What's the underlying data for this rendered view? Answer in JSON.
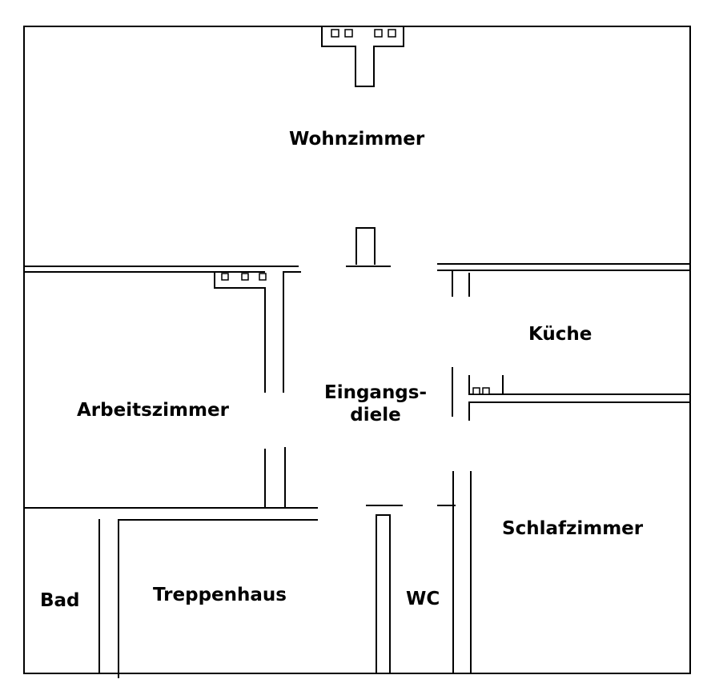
{
  "rooms": {
    "wohnzimmer": "Wohnzimmer",
    "kueche": "Küche",
    "arbeitszimmer": "Arbeitszimmer",
    "eingangsdiele_1": "Eingangs-",
    "eingangsdiele_2": "diele",
    "schlafzimmer": "Schlafzimmer",
    "bad": "Bad",
    "treppenhaus": "Treppenhaus",
    "wc": "WC"
  },
  "colors": {
    "wall": "#000000",
    "background": "#ffffff"
  }
}
